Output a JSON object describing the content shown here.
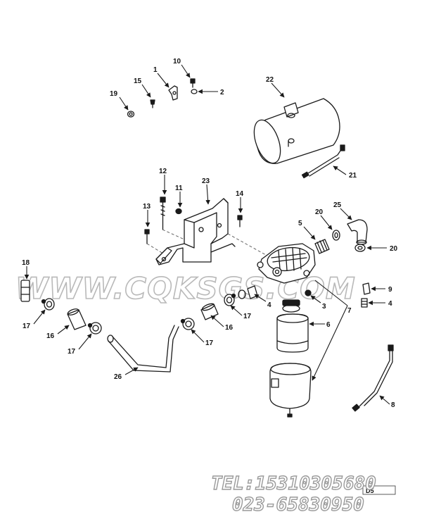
{
  "diagram": {
    "watermark": "WWW.CQKSGS.COM",
    "contact": {
      "tel": "TEL:15310305680",
      "phone2": "023-65830950"
    },
    "ref_tag": "D5",
    "callouts": {
      "c1": "1",
      "c2": "2",
      "c10": "10",
      "c15": "15",
      "c19": "19",
      "c22": "22",
      "c21": "21",
      "c12": "12",
      "c11": "11",
      "c23": "23",
      "c14": "14",
      "c13": "13",
      "c20a": "20",
      "c25": "25",
      "c5": "5",
      "c20b": "20",
      "c18": "18",
      "c9": "9",
      "c4a": "4",
      "c4b": "4",
      "c3": "3",
      "c7": "7",
      "c17a": "17",
      "c16a": "16",
      "c17b": "17",
      "c26": "26",
      "c17c": "17",
      "c16b": "16",
      "c17d": "17",
      "c6": "6",
      "c8": "8"
    }
  }
}
